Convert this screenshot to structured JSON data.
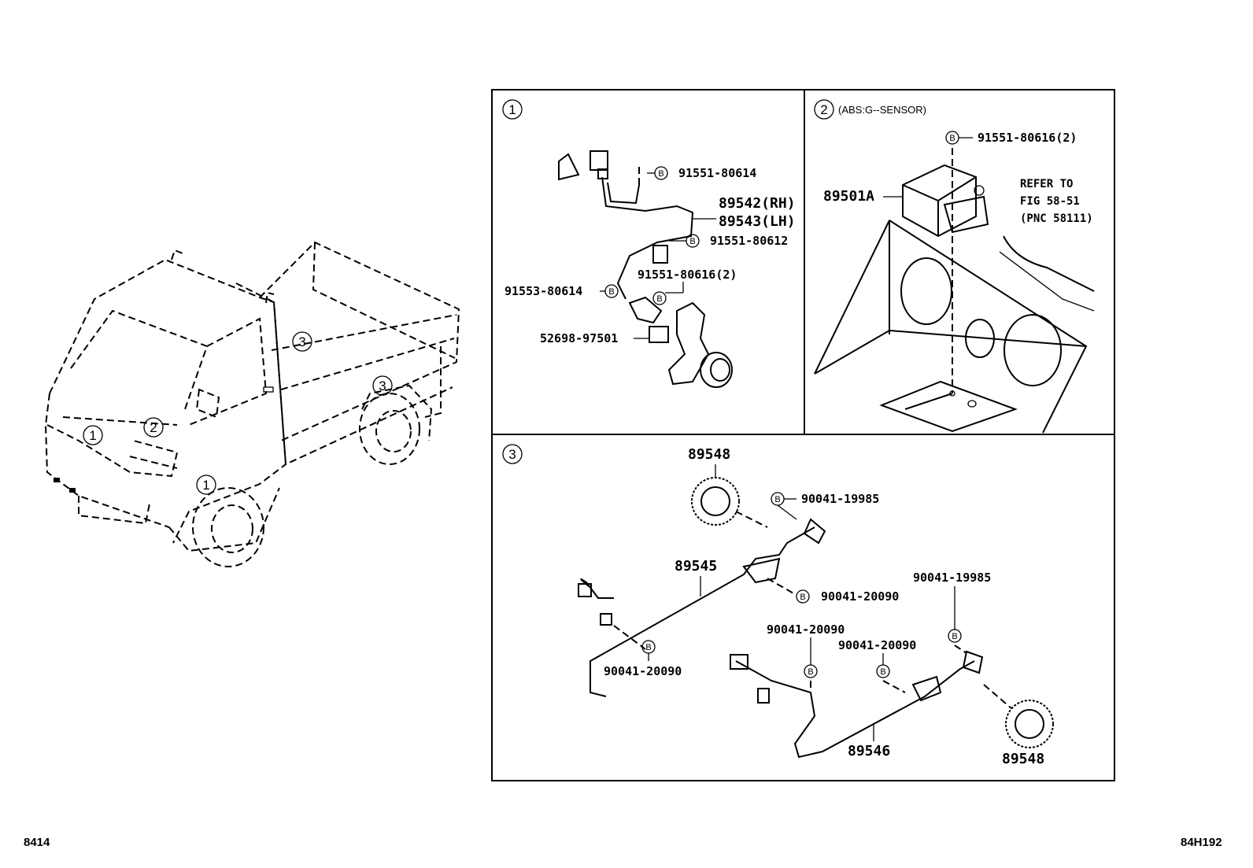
{
  "truck": {
    "callouts": [
      "1",
      "2",
      "1",
      "3",
      "3"
    ]
  },
  "panel1": {
    "number": "1",
    "labels": {
      "bolt_a": "91551-80614",
      "harness_rh": "89542(RH)",
      "harness_lh": "89543(LH)",
      "bolt_b": "91551-80612",
      "bolt_c": "91551-80616(2)",
      "bolt_d": "91553-80614",
      "bracket": "52698-97501"
    }
  },
  "panel2": {
    "number": "2",
    "title": "(ABS:G--SENSOR)",
    "labels": {
      "bolt": "91551-80616(2)",
      "sensor": "89501A",
      "refer_line1": "REFER TO",
      "refer_line2": "FIG 58-51",
      "refer_line3": "(PNC 58111)"
    }
  },
  "panel3": {
    "number": "3",
    "labels": {
      "rotor_top": "89548",
      "bolt_top": "90041-19985",
      "sensor_lh": "89545",
      "bolt_mid": "90041-20090",
      "bolt_left": "90041-20090",
      "bolt_right_top": "90041-19985",
      "bolt_center_a": "90041-20090",
      "bolt_center_b": "90041-20090",
      "sensor_rh": "89546",
      "rotor_bottom": "89548"
    }
  },
  "bolt_mark": "B",
  "footer": {
    "left": "8414",
    "right": "84H192"
  }
}
